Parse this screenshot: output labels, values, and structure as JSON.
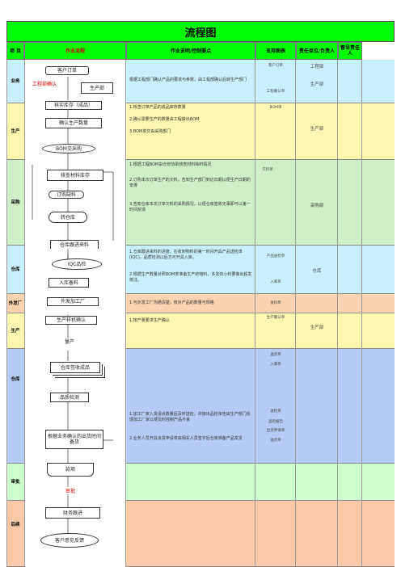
{
  "title": "流程图",
  "headers": {
    "item": "项 目",
    "flow": "作业流程",
    "desc": "作业说明/控制要点",
    "docs": "支持图表",
    "resp": "责任单位/负责人",
    "lead": "督导责任人"
  },
  "rows": {
    "business": "业务",
    "production": "生产",
    "purchasing": "采购",
    "warehouse": "仓库",
    "outsourcing": "外发厂",
    "production2": "生产",
    "warehouse2": "仓库",
    "audit": "审批",
    "aftersales": "后续"
  },
  "flow": {
    "customer_order": "客户订单",
    "engineering_confirm": "工程部确认",
    "production_dept": "生产部",
    "check_stock": "核实库存（成品）",
    "confirm_qty": "确认生产数量",
    "bom_purchase": "BOM交采购",
    "check_material": "核查材料库存",
    "order_shortage": "订购缺料",
    "to_warehouse": "转仓库",
    "warehouse_receive": "仓库跟进来料",
    "iqc": "IQC品检",
    "stock_in": "入库备料",
    "outsource": "外发加工厂",
    "prod_confirm": "生产样机确认",
    "mass_production": "量产",
    "warehouse_finished": "仓库签收成品",
    "quality_check": "品质检测",
    "ship_per_order": "根据业务确认的出货时间备货",
    "payment": "款项",
    "approve": "审批",
    "finance_follow": "财务跟进",
    "customer_feedback": "客户意见反馈"
  },
  "desc": {
    "business": "根据工程部门确认产品的要求与参数，由工程部确认后转生产部门",
    "production": [
      "1.核查订单产品的成品库存数量",
      "2.确认需要生产的数量由工程做出BOM",
      "3.BOM单交由采购部门"
    ],
    "purchasing": [
      "1.根据工程BOM由仓管协助核查材料缺料情况",
      "2.订购本次订单生产的欠料，告知生产部门到达日期以便生产日期的安排",
      "3.告知仓库本次订单欠料的采购情况，以便仓库签收无事即可以第一时间反馈"
    ],
    "warehouse": [
      "1.仓库跟进来料的进度，在收到物料的第一时间开具产品送检单(IQC)，品质检测以后方可开具入库。",
      "2.根据生产数量对照BOM表准备生产的物料，多发的小料要做出超发核注。"
    ],
    "outsourcing": "1.与外发工厂沟通清楚，核对产品的数量与规格",
    "production2": "1.按产量要求生产确认",
    "aftersales": [
      "1.加工厂家入货请点数量后及时送检，并接出品检单告由生产部门反馈加工厂家以便及时控制产品不良",
      "2.业务人员开具出货申请单由相关人员签字后仓库准备产品发货"
    ]
  },
  "docs": {
    "business": [
      "客户订单",
      "工程确认单"
    ],
    "production": "BOM单",
    "purchasing": "欠料单",
    "warehouse": [
      "产品送检单",
      "入库单"
    ],
    "outsourcing": "发料单",
    "production2": "生产确认单",
    "warehouse2": [
      "送货单",
      "入库单"
    ],
    "aftersales": [
      "送检单",
      "品检报告",
      "出货申请单",
      "送货单"
    ]
  },
  "resp": {
    "business": [
      "工程部",
      "生产部"
    ],
    "production": "生产部",
    "purchasing": "采购部",
    "warehouse": "仓库",
    "production2": "生产部"
  }
}
